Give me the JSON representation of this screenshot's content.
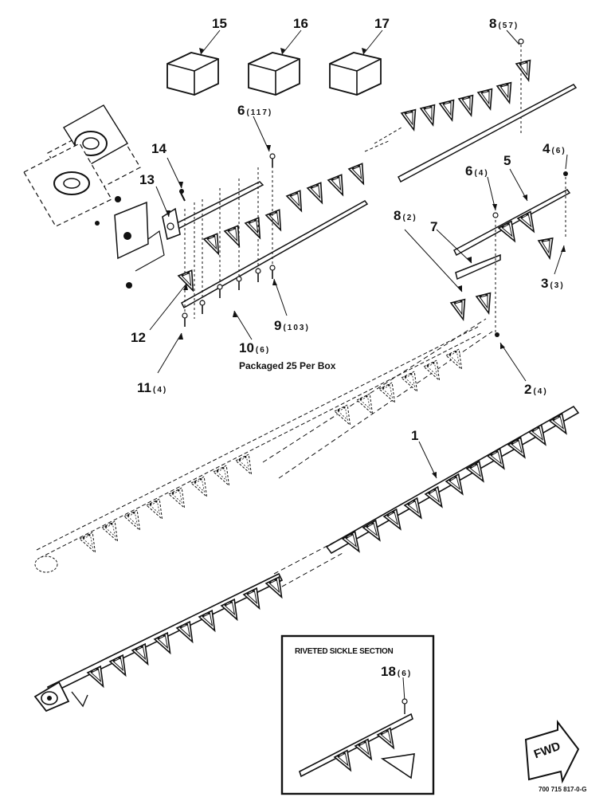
{
  "callouts": [
    {
      "id": "15",
      "num": "15",
      "qty": ""
    },
    {
      "id": "16",
      "num": "16",
      "qty": ""
    },
    {
      "id": "17",
      "num": "17",
      "qty": ""
    },
    {
      "id": "8a",
      "num": "8",
      "qty": "(57)"
    },
    {
      "id": "6a",
      "num": "6",
      "qty": "(117)"
    },
    {
      "id": "4",
      "num": "4",
      "qty": "(6)"
    },
    {
      "id": "14",
      "num": "14",
      "qty": ""
    },
    {
      "id": "13",
      "num": "13",
      "qty": ""
    },
    {
      "id": "6b",
      "num": "6",
      "qty": "(4)"
    },
    {
      "id": "5",
      "num": "5",
      "qty": ""
    },
    {
      "id": "8b",
      "num": "8",
      "qty": "(2)"
    },
    {
      "id": "7",
      "num": "7",
      "qty": ""
    },
    {
      "id": "3",
      "num": "3",
      "qty": "(3)"
    },
    {
      "id": "12",
      "num": "12",
      "qty": ""
    },
    {
      "id": "9",
      "num": "9",
      "qty": "(103)"
    },
    {
      "id": "10",
      "num": "10",
      "qty": "(6)"
    },
    {
      "id": "11",
      "num": "11",
      "qty": "(4)"
    },
    {
      "id": "2",
      "num": "2",
      "qty": "(4)"
    },
    {
      "id": "1",
      "num": "1",
      "qty": ""
    },
    {
      "id": "18",
      "num": "18",
      "qty": "(6)"
    }
  ],
  "package_note": "Packaged 25 Per Box",
  "inset": {
    "title": "RIVETED SICKLE SECTION"
  },
  "fwd_label": "FWD",
  "drawing_number": "700 715 817-0-G"
}
